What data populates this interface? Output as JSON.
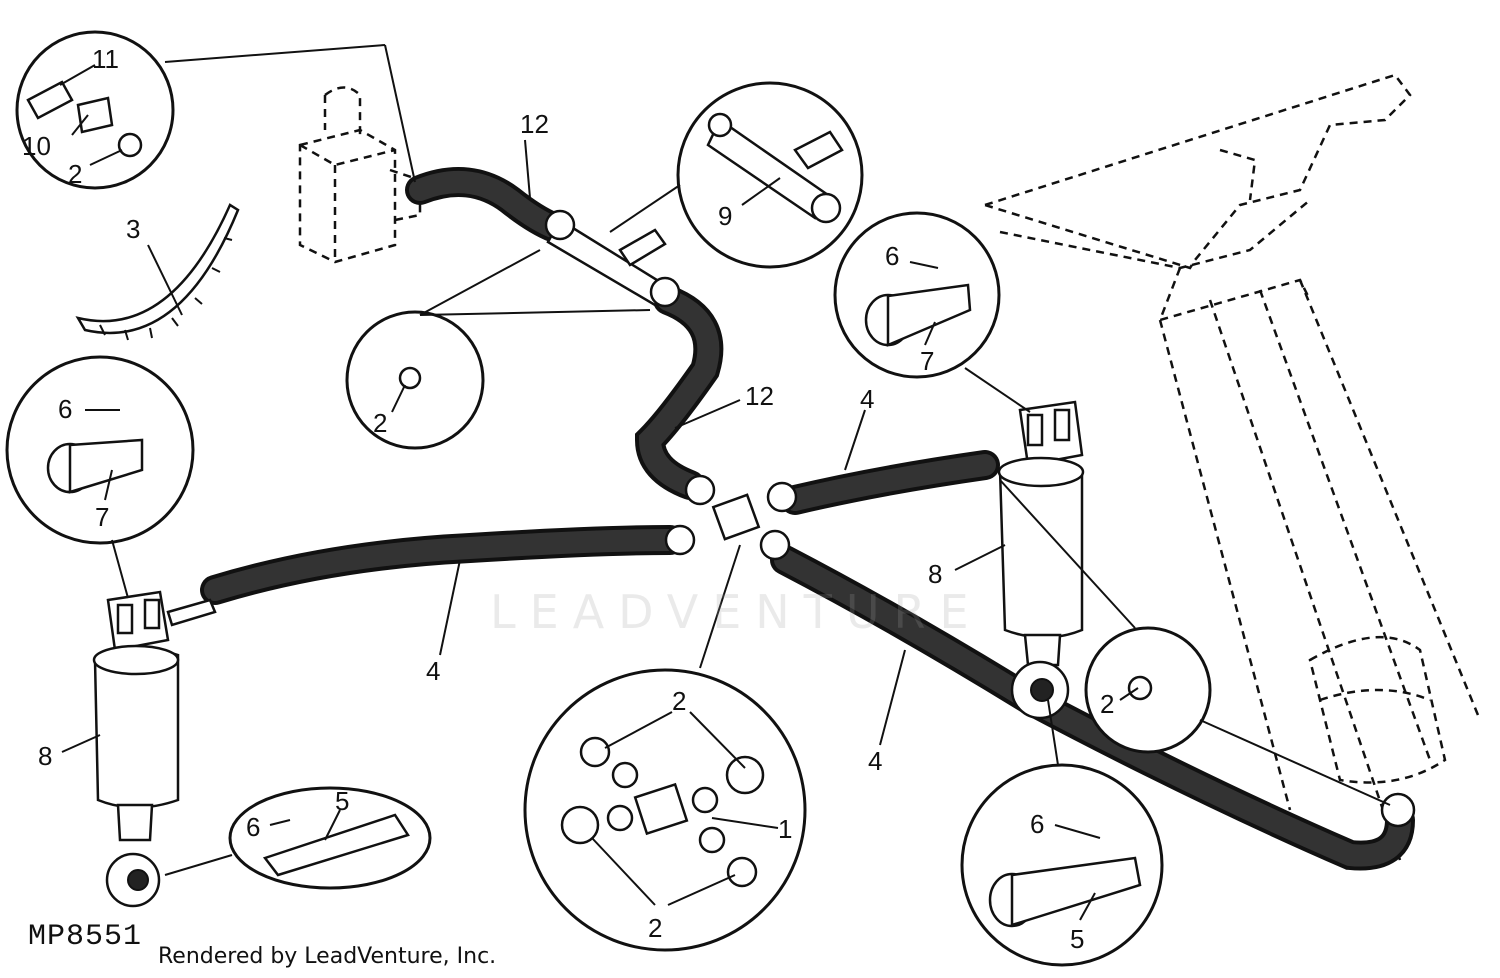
{
  "figure_id": "MP8551",
  "render_credit": "Rendered by LeadVenture, Inc.",
  "watermark": "LEADVENTURE",
  "callouts": {
    "c11": "11",
    "c10": "10",
    "c2_tl": "2",
    "c3": "3",
    "c12_top": "12",
    "c9": "9",
    "c2_mid": "2",
    "c12_mid": "12",
    "c6_left": "6",
    "c7_left": "7",
    "c6_right": "6",
    "c7_right": "7",
    "c4_top": "4",
    "c4_left": "4",
    "c4_right": "4",
    "c8_left": "8",
    "c8_right": "8",
    "c2_right": "2",
    "c6_pin_left": "6",
    "c5_pin_left": "5",
    "c2_cross_top": "2",
    "c1": "1",
    "c2_cross_bottom": "2",
    "c6_pin_right": "6",
    "c5_pin_right": "5"
  }
}
